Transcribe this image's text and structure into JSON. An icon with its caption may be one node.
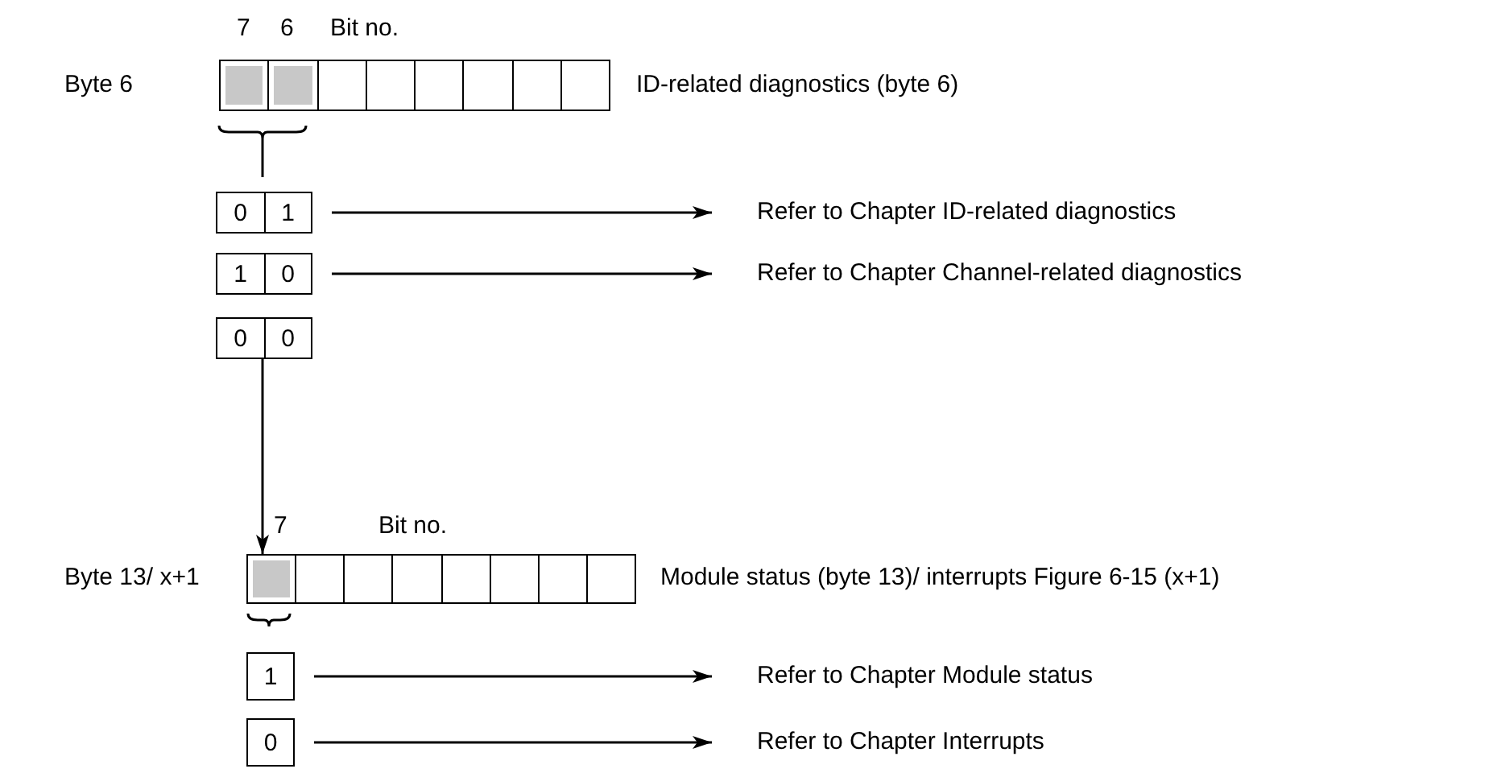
{
  "diagram": {
    "nodes": [
      {
        "text": [],
        "shape": "bar",
        "beside": [
          "Byte 6",
          "ID-related diagnostics (byte 6)"
        ]
      },
      {
        "text": [
          "0",
          "1"
        ]
      },
      {
        "text": [
          "Refer to Chapter ID-related diagnostics"
        ]
      },
      {
        "text": [
          "1",
          "0"
        ]
      },
      {
        "text": [
          "Refer to Chapter Channel-related diagnostics"
        ]
      },
      {
        "text": [
          "0",
          "0"
        ]
      },
      {
        "text": [],
        "shape": "bar",
        "beside": [
          "Byte 13/ x+1",
          "Module status (byte 13)/ interrupts Figure 6-15 (x+1)"
        ]
      },
      {
        "text": [
          "1"
        ]
      },
      {
        "text": [
          "Refer to Chapter Module status"
        ]
      },
      {
        "text": [
          "0"
        ]
      },
      {
        "text": [
          "Refer to Chapter Interrupts"
        ]
      }
    ],
    "edges": [
      {
        "from": 1,
        "to": 2,
        "arrow": "to"
      },
      {
        "from": 3,
        "to": 4,
        "arrow": "to"
      },
      {
        "from": 5,
        "to": 6,
        "arrow": "to"
      },
      {
        "from": 7,
        "to": 8,
        "arrow": "to"
      },
      {
        "from": 9,
        "to": 10,
        "arrow": "to"
      }
    ],
    "labels": [
      "7",
      "6",
      "Bit no.",
      "7",
      "Bit no."
    ]
  }
}
